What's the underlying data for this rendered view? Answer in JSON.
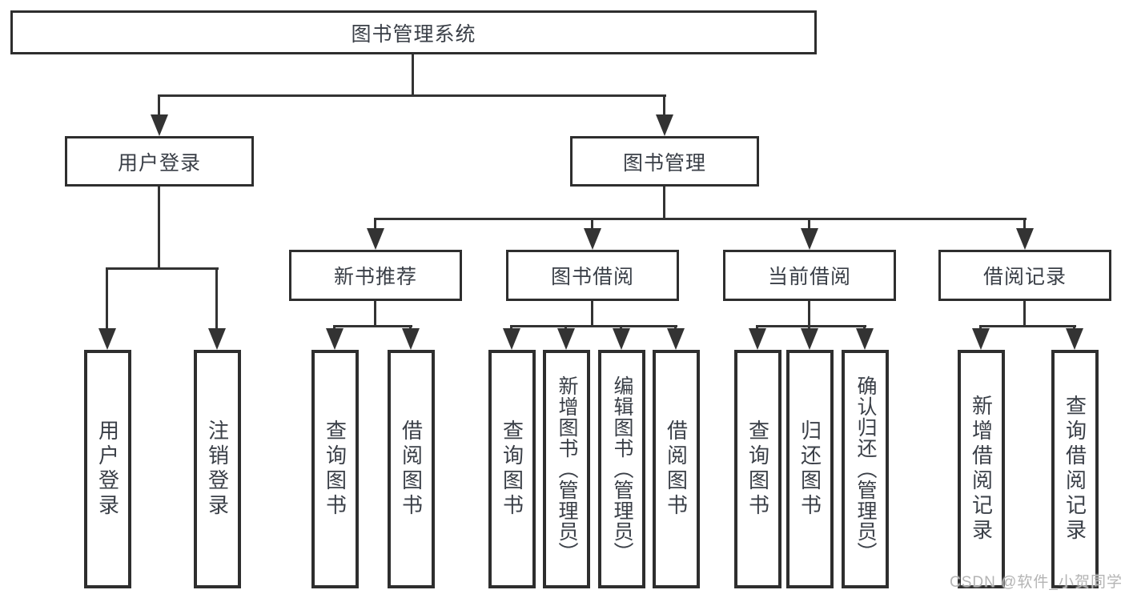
{
  "diagram": {
    "root": {
      "label": "图书管理系统"
    },
    "level2": [
      {
        "label": "用户登录"
      },
      {
        "label": "图书管理"
      }
    ],
    "level3": [
      {
        "label": "新书推荐"
      },
      {
        "label": "图书借阅"
      },
      {
        "label": "当前借阅"
      },
      {
        "label": "借阅记录"
      }
    ],
    "leaves": [
      {
        "label": "用户登录"
      },
      {
        "label": "注销登录"
      },
      {
        "label": "查询图书"
      },
      {
        "label": "借阅图书"
      },
      {
        "label": "查询图书"
      },
      {
        "label": "新增图书（管理员）"
      },
      {
        "label": "编辑图书（管理员）"
      },
      {
        "label": "借阅图书"
      },
      {
        "label": "查询图书"
      },
      {
        "label": "归还图书"
      },
      {
        "label": "确认归还（管理员）"
      },
      {
        "label": "新增借阅记录"
      },
      {
        "label": "查询借阅记录"
      }
    ]
  },
  "watermark": {
    "text": "CSDN @软件_小贺同学"
  },
  "colors": {
    "line": "#333333",
    "border": "#2e2e2e",
    "text": "#3a3f47",
    "watermark": "#b4b4b4",
    "background": "#ffffff"
  }
}
